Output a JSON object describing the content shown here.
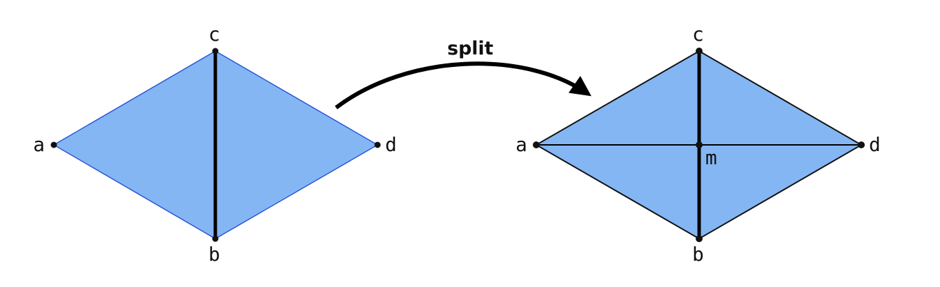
{
  "colors": {
    "fill": "#84b6f4",
    "left_outline": "#2a55d6",
    "right_outline": "#111111",
    "edge": "#000000",
    "vertex": "#111111"
  },
  "operation": {
    "label": "split",
    "arrow": "curved-arrow-left-to-right"
  },
  "left_mesh": {
    "vertices": [
      "a",
      "b",
      "c",
      "d"
    ],
    "shared_edge": [
      "c",
      "b"
    ]
  },
  "right_mesh": {
    "vertices": [
      "a",
      "b",
      "c",
      "d",
      "m"
    ],
    "new_vertex": "m",
    "edges_through_m": [
      [
        "c",
        "b"
      ],
      [
        "a",
        "d"
      ]
    ]
  }
}
